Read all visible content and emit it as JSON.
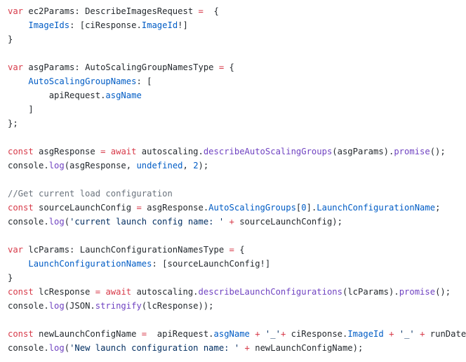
{
  "editor": {
    "lines": [
      [
        {
          "t": "var",
          "c": "keyword"
        },
        {
          "t": " ec2Params: DescribeImagesRequest ",
          "c": "ident"
        },
        {
          "t": "=",
          "c": "keyword"
        },
        {
          "t": "  {",
          "c": "punct"
        }
      ],
      [
        {
          "t": "    ",
          "c": "space"
        },
        {
          "t": "ImageIds",
          "c": "property"
        },
        {
          "t": ": [ciResponse.",
          "c": "ident"
        },
        {
          "t": "ImageId",
          "c": "property"
        },
        {
          "t": "!]",
          "c": "punct"
        }
      ],
      [
        {
          "t": "}",
          "c": "punct"
        }
      ],
      [],
      [
        {
          "t": "var",
          "c": "keyword"
        },
        {
          "t": " asgParams: AutoScalingGroupNamesType ",
          "c": "ident"
        },
        {
          "t": "=",
          "c": "keyword"
        },
        {
          "t": " {",
          "c": "punct"
        }
      ],
      [
        {
          "t": "    ",
          "c": "space"
        },
        {
          "t": "AutoScalingGroupNames",
          "c": "property"
        },
        {
          "t": ": [",
          "c": "punct"
        }
      ],
      [
        {
          "t": "        apiRequest.",
          "c": "ident"
        },
        {
          "t": "asgName",
          "c": "property"
        }
      ],
      [
        {
          "t": "    ]",
          "c": "punct"
        }
      ],
      [
        {
          "t": "};",
          "c": "punct"
        }
      ],
      [],
      [
        {
          "t": "const",
          "c": "keyword"
        },
        {
          "t": " asgResponse ",
          "c": "ident"
        },
        {
          "t": "=",
          "c": "keyword"
        },
        {
          "t": " ",
          "c": "space"
        },
        {
          "t": "await",
          "c": "keyword"
        },
        {
          "t": " autoscaling.",
          "c": "ident"
        },
        {
          "t": "describeAutoScalingGroups",
          "c": "function"
        },
        {
          "t": "(asgParams).",
          "c": "ident"
        },
        {
          "t": "promise",
          "c": "function"
        },
        {
          "t": "();",
          "c": "punct"
        }
      ],
      [
        {
          "t": "console.",
          "c": "ident"
        },
        {
          "t": "log",
          "c": "function"
        },
        {
          "t": "(asgResponse, ",
          "c": "ident"
        },
        {
          "t": "undefined",
          "c": "number"
        },
        {
          "t": ", ",
          "c": "punct"
        },
        {
          "t": "2",
          "c": "number"
        },
        {
          "t": ");",
          "c": "punct"
        }
      ],
      [],
      [
        {
          "t": "//Get current load configuration",
          "c": "comment"
        }
      ],
      [
        {
          "t": "const",
          "c": "keyword"
        },
        {
          "t": " sourceLaunchConfig ",
          "c": "ident"
        },
        {
          "t": "=",
          "c": "keyword"
        },
        {
          "t": " asgResponse.",
          "c": "ident"
        },
        {
          "t": "AutoScalingGroups",
          "c": "property"
        },
        {
          "t": "[",
          "c": "punct"
        },
        {
          "t": "0",
          "c": "number"
        },
        {
          "t": "].",
          "c": "punct"
        },
        {
          "t": "LaunchConfigurationName",
          "c": "property"
        },
        {
          "t": ";",
          "c": "punct"
        }
      ],
      [
        {
          "t": "console.",
          "c": "ident"
        },
        {
          "t": "log",
          "c": "function"
        },
        {
          "t": "(",
          "c": "punct"
        },
        {
          "t": "'current launch config name: '",
          "c": "string"
        },
        {
          "t": " ",
          "c": "space"
        },
        {
          "t": "+",
          "c": "keyword"
        },
        {
          "t": " sourceLaunchConfig);",
          "c": "ident"
        }
      ],
      [],
      [
        {
          "t": "var",
          "c": "keyword"
        },
        {
          "t": " lcParams: LaunchConfigurationNamesType ",
          "c": "ident"
        },
        {
          "t": "=",
          "c": "keyword"
        },
        {
          "t": " {",
          "c": "punct"
        }
      ],
      [
        {
          "t": "    ",
          "c": "space"
        },
        {
          "t": "LaunchConfigurationNames",
          "c": "property"
        },
        {
          "t": ": [sourceLaunchConfig!]",
          "c": "ident"
        }
      ],
      [
        {
          "t": "}",
          "c": "punct"
        }
      ],
      [
        {
          "t": "const",
          "c": "keyword"
        },
        {
          "t": " lcResponse ",
          "c": "ident"
        },
        {
          "t": "=",
          "c": "keyword"
        },
        {
          "t": " ",
          "c": "space"
        },
        {
          "t": "await",
          "c": "keyword"
        },
        {
          "t": " autoscaling.",
          "c": "ident"
        },
        {
          "t": "describeLaunchConfigurations",
          "c": "function"
        },
        {
          "t": "(lcParams).",
          "c": "ident"
        },
        {
          "t": "promise",
          "c": "function"
        },
        {
          "t": "();",
          "c": "punct"
        }
      ],
      [
        {
          "t": "console.",
          "c": "ident"
        },
        {
          "t": "log",
          "c": "function"
        },
        {
          "t": "(JSON.",
          "c": "ident"
        },
        {
          "t": "stringify",
          "c": "function"
        },
        {
          "t": "(lcResponse));",
          "c": "ident"
        }
      ],
      [],
      [
        {
          "t": "const",
          "c": "keyword"
        },
        {
          "t": " newLaunchConfigName ",
          "c": "ident"
        },
        {
          "t": "=",
          "c": "keyword"
        },
        {
          "t": "  apiRequest.",
          "c": "ident"
        },
        {
          "t": "asgName",
          "c": "property"
        },
        {
          "t": " ",
          "c": "space"
        },
        {
          "t": "+",
          "c": "keyword"
        },
        {
          "t": " ",
          "c": "space"
        },
        {
          "t": "'_'",
          "c": "string"
        },
        {
          "t": "+",
          "c": "keyword"
        },
        {
          "t": " ciResponse.",
          "c": "ident"
        },
        {
          "t": "ImageId",
          "c": "property"
        },
        {
          "t": " ",
          "c": "space"
        },
        {
          "t": "+",
          "c": "keyword"
        },
        {
          "t": " ",
          "c": "space"
        },
        {
          "t": "'_'",
          "c": "string"
        },
        {
          "t": " ",
          "c": "space"
        },
        {
          "t": "+",
          "c": "keyword"
        },
        {
          "t": " runDate;",
          "c": "ident"
        }
      ],
      [
        {
          "t": "console.",
          "c": "ident"
        },
        {
          "t": "log",
          "c": "function"
        },
        {
          "t": "(",
          "c": "punct"
        },
        {
          "t": "'New launch configuration name: '",
          "c": "string"
        },
        {
          "t": " ",
          "c": "space"
        },
        {
          "t": "+",
          "c": "keyword"
        },
        {
          "t": " newLaunchConfigName);",
          "c": "ident"
        }
      ]
    ],
    "colors": {
      "keyword": "#d73a49",
      "property": "#005cc5",
      "function": "#6f42c1",
      "string": "#032f62",
      "number": "#005cc5",
      "comment": "#6a737d",
      "text": "#24292e",
      "background": "#ffffff"
    }
  }
}
